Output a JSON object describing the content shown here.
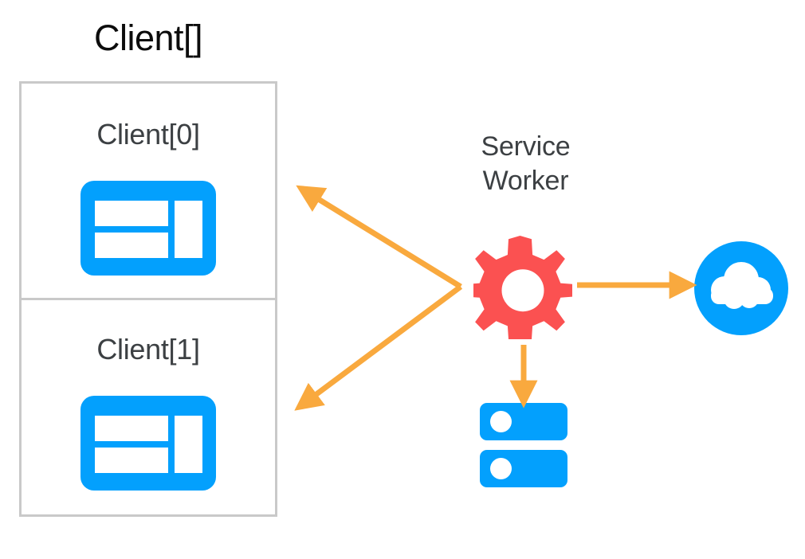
{
  "diagram": {
    "title": "Client[]",
    "service_worker_label_line1": "Service",
    "service_worker_label_line2": "Worker",
    "clients": [
      {
        "label": "Client[0]",
        "icon": "browser-window-icon"
      },
      {
        "label": "Client[1]",
        "icon": "browser-window-icon"
      }
    ],
    "nodes": [
      {
        "name": "service-worker",
        "icon": "gear-icon",
        "label": "Service Worker"
      },
      {
        "name": "network-cloud",
        "icon": "cloud-icon",
        "label": ""
      },
      {
        "name": "storage",
        "icon": "server-storage-icon",
        "label": ""
      }
    ],
    "connections": [
      {
        "name": "sw-to-client0",
        "from": "service-worker",
        "to": "Client[0]",
        "direction": "to-client"
      },
      {
        "name": "sw-to-client1",
        "from": "service-worker",
        "to": "Client[1]",
        "direction": "to-client"
      },
      {
        "name": "sw-to-cloud",
        "from": "service-worker",
        "to": "network-cloud",
        "direction": "to-cloud"
      },
      {
        "name": "sw-to-storage",
        "from": "service-worker",
        "to": "storage",
        "direction": "to-storage"
      }
    ]
  },
  "colors": {
    "blue": "#03a0fd",
    "gear_red": "#fb5151",
    "arrow_orange": "#f9a93e",
    "box_border": "#c9c9c9",
    "title_text": "#0c0c0c",
    "body_text": "#3c4043",
    "background": "#ffffff"
  }
}
